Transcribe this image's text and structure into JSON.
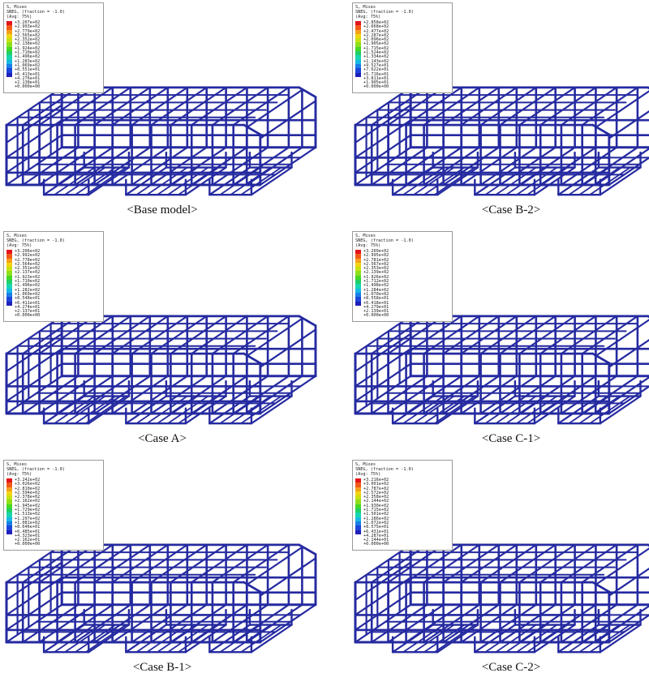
{
  "legend_header": [
    "S, Mises",
    "SNEG, (fraction = -1.0)",
    "(Avg: 75%)"
  ],
  "colors": [
    "#e4141b",
    "#f25a1b",
    "#f6a01a",
    "#f2d414",
    "#c9e00f",
    "#8ee01c",
    "#45d825",
    "#1fd066",
    "#18d6b0",
    "#16b8e4",
    "#1a7ee6",
    "#1c46d9",
    "#1f1fbc"
  ],
  "frame_color": "#252aa0",
  "panels": [
    {
      "caption": "<Base model>",
      "legend": [
        "+3.207e+02",
        "+2.993e+02",
        "+2.779e+02",
        "+2.565e+02",
        "+2.352e+02",
        "+2.138e+02",
        "+1.924e+02",
        "+1.710e+02",
        "+1.496e+02",
        "+1.283e+02",
        "+1.069e+02",
        "+8.551e+01",
        "+6.413e+01",
        "+4.276e+01",
        "+2.138e+01",
        "+0.000e+00"
      ]
    },
    {
      "caption": "<Case B-2>",
      "legend": [
        "+2.858e+02",
        "+2.668e+02",
        "+2.477e+02",
        "+2.287e+02",
        "+2.096e+02",
        "+1.905e+02",
        "+1.715e+02",
        "+1.524e+02",
        "+1.334e+02",
        "+1.143e+02",
        "+9.527e+01",
        "+7.622e+01",
        "+5.716e+01",
        "+3.811e+01",
        "+1.905e+01",
        "+0.000e+00"
      ]
    },
    {
      "caption": "<Case A>",
      "legend": [
        "+3.206e+02",
        "+2.992e+02",
        "+2.778e+02",
        "+2.564e+02",
        "+2.351e+02",
        "+2.137e+02",
        "+1.923e+02",
        "+1.710e+02",
        "+1.496e+02",
        "+1.282e+02",
        "+1.069e+02",
        "+8.548e+01",
        "+6.411e+01",
        "+4.274e+01",
        "+2.137e+01",
        "+0.000e+00"
      ]
    },
    {
      "caption": "<Case C-1>",
      "legend": [
        "+3.209e+02",
        "+2.995e+02",
        "+2.781e+02",
        "+2.567e+02",
        "+2.353e+02",
        "+2.139e+02",
        "+1.926e+02",
        "+1.712e+02",
        "+1.498e+02",
        "+1.284e+02",
        "+1.070e+02",
        "+8.558e+01",
        "+6.418e+01",
        "+4.279e+01",
        "+2.139e+01",
        "+0.000e+00"
      ]
    },
    {
      "caption": "<Case B-1>",
      "legend": [
        "+3.242e+02",
        "+3.026e+02",
        "+2.810e+02",
        "+2.594e+02",
        "+2.378e+02",
        "+2.162e+02",
        "+1.945e+02",
        "+1.729e+02",
        "+1.513e+02",
        "+1.297e+02",
        "+1.081e+02",
        "+8.646e+01",
        "+6.485e+01",
        "+4.323e+01",
        "+2.162e+01",
        "+0.000e+00"
      ]
    },
    {
      "caption": "<Case C-2>",
      "legend": [
        "+3.216e+02",
        "+3.001e+02",
        "+2.787e+02",
        "+2.572e+02",
        "+2.358e+02",
        "+2.144e+02",
        "+1.930e+02",
        "+1.715e+02",
        "+1.501e+02",
        "+1.286e+02",
        "+1.072e+02",
        "+8.575e+01",
        "+6.431e+01",
        "+4.287e+01",
        "+2.144e+01",
        "+0.000e+00"
      ]
    }
  ]
}
